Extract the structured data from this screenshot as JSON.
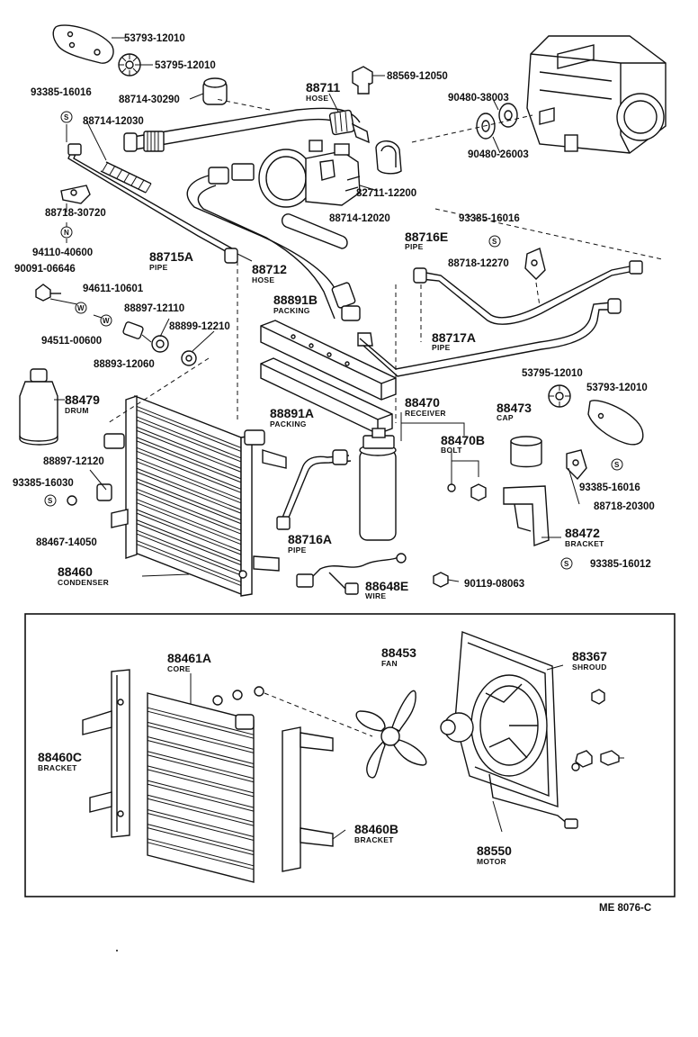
{
  "diagram_code": "ME 8076-C",
  "parts": {
    "p53793a": "53793-12010",
    "p53795a": "53795-12010",
    "p88569": "88569-12050",
    "p93385a": "93385-16016",
    "p88714a": "88714-30290",
    "p88711": "88711",
    "p88711_name": "HOSE",
    "p88714b": "88714-12030",
    "p90480a": "90480-38003",
    "p90480b": "90480-26003",
    "p82711": "82711-12200",
    "p88718a": "88718-30720",
    "p88714c": "88714-12020",
    "p94110": "94110-40600",
    "p93385b": "93385-16016",
    "p88716E": "88716E",
    "p88716E_name": "PIPE",
    "p88715A": "88715A",
    "p88715A_name": "PIPE",
    "p88712": "88712",
    "p88712_name": "HOSE",
    "p88718b": "88718-12270",
    "p90091": "90091-06646",
    "p94611": "94611-10601",
    "p88891B": "88891B",
    "p88891B_name": "PACKING",
    "p88897a": "88897-12110",
    "p88899": "88899-12210",
    "p94511": "94511-00600",
    "p88717A": "88717A",
    "p88717A_name": "PIPE",
    "p88893": "88893-12060",
    "p53795b": "53795-12010",
    "p53793b": "53793-12010",
    "p88479": "88479",
    "p88479_name": "DRUM",
    "p88891A": "88891A",
    "p88891A_name": "PACKING",
    "p88470": "88470",
    "p88470_name": "RECEIVER",
    "p88473": "88473",
    "p88473_name": "CAP",
    "p88470B": "88470B",
    "p88470B_name": "BOLT",
    "p88897b": "88897-12120",
    "p93385c": "93385-16016",
    "p93385d": "93385-16030",
    "p88718c": "88718-20300",
    "p88716A": "88716A",
    "p88716A_name": "PIPE",
    "p88472": "88472",
    "p88472_name": "BRACKET",
    "p88467": "88467-14050",
    "p93385e": "93385-16012",
    "p88460": "88460",
    "p88460_name": "CONDENSER",
    "p88648E": "88648E",
    "p88648E_name": "WIRE",
    "p90119": "90119-08063",
    "p88461A": "88461A",
    "p88461A_name": "CORE",
    "p88453": "88453",
    "p88453_name": "FAN",
    "p88367": "88367",
    "p88367_name": "SHROUD",
    "p88460C": "88460C",
    "p88460C_name": "BRACKET",
    "p88460B": "88460B",
    "p88460B_name": "BRACKET",
    "p88550": "88550",
    "p88550_name": "MOTOR"
  },
  "symbols": {
    "s": "S",
    "n": "N",
    "w": "W"
  }
}
